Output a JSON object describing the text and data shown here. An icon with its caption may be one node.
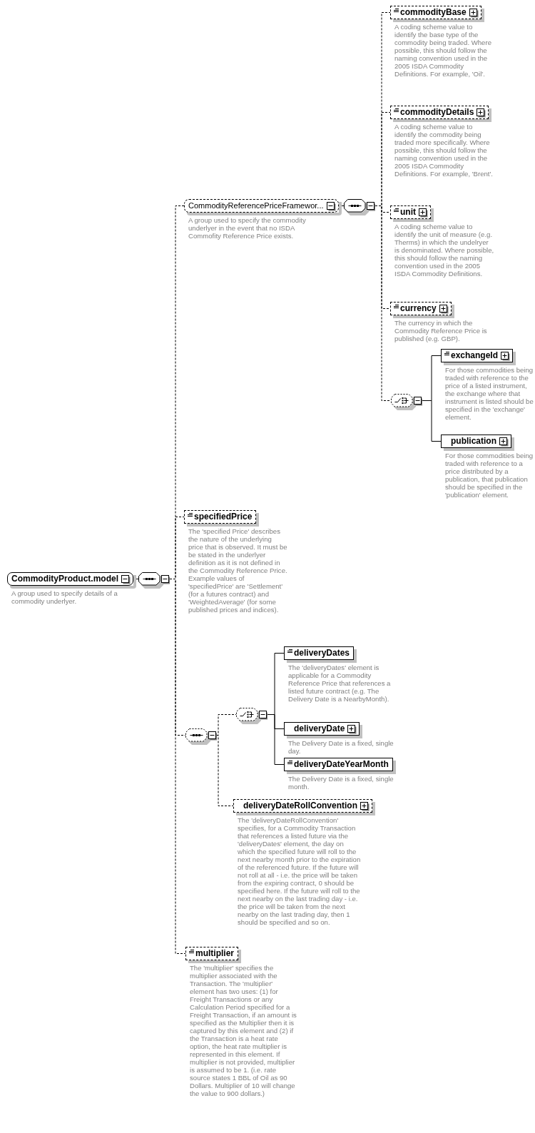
{
  "diagram": {
    "nodes": [
      {
        "text": [
          "CommodityProduct.model"
        ],
        "beside": [
          "A group used to specify details of a commodity underlyer."
        ]
      },
      {
        "text": [],
        "shape": "octagon"
      },
      {
        "text": [
          "CommodityReferencePriceFramewor..."
        ],
        "beside": [
          "A group used to specify the commodity underlyer in the event that no ISDA Commofity Reference Price exists."
        ]
      },
      {
        "text": [],
        "shape": "octagon"
      },
      {
        "text": [
          "commodityBase"
        ],
        "beside": [
          "A coding scheme value to identify the base type of the commodity being traded. Where possible, this should follow the naming convention used in the 2005 ISDA Commodity Definitions. For example, 'Oil'."
        ]
      },
      {
        "text": [
          "commodityDetails"
        ],
        "beside": [
          "A coding scheme value to identify the commodity being traded more specifically. Where possible, this should follow the naming convention used in the 2005 ISDA Commodity Definitions. For example, 'Brent'."
        ]
      },
      {
        "text": [
          "unit"
        ],
        "beside": [
          "A coding scheme value to identify the unit of measure (e.g. Therms) in which the undelryer is denominated. Where possible, this should follow the naming convention used in the 2005 ISDA Commodity Definitions."
        ]
      },
      {
        "text": [
          "currency"
        ],
        "beside": [
          "The currency in which the Commodity Reference Price is published (e.g. GBP)."
        ]
      },
      {
        "text": [],
        "shape": "octagon"
      },
      {
        "text": [
          "exchangeId"
        ],
        "beside": [
          "For those commodities being traded with reference to the price of a listed instrument, the exchange where that instrument is listed should be specified in the 'exchange' element."
        ]
      },
      {
        "text": [
          "publication"
        ],
        "beside": [
          "For those commodities being traded with reference to a price distributed by a publication, that publication should be specified in the 'publication' element."
        ]
      },
      {
        "text": [
          "specifiedPrice"
        ],
        "beside": [
          "The 'specified Price' describes the nature of the underlying price that is observed. It must be be stated in the underlyer definition as it is not defined in the Commodity Reference Price. Example values of 'specifiedPrice' are 'Settlement' (for a futures contract) and 'WeightedAverage' (for some published prices and indices)."
        ]
      },
      {
        "text": [],
        "shape": "octagon"
      },
      {
        "text": [],
        "shape": "octagon"
      },
      {
        "text": [
          "deliveryDates"
        ],
        "beside": [
          "The 'deliveryDates' element is applicable for a Commodity Reference Price that references a listed future contract (e.g. The Delivery Date is a NearbyMonth)."
        ]
      },
      {
        "text": [
          "deliveryDate"
        ],
        "beside": [
          "The Delivery Date is a fixed, single day."
        ]
      },
      {
        "text": [
          "deliveryDateYearMonth"
        ],
        "beside": [
          "The Delivery Date is a fixed, single month."
        ]
      },
      {
        "text": [
          "deliveryDateRollConvention"
        ],
        "beside": [
          "The 'deliveryDateRollConvention' specifies, for a Commodity Transaction that references a listed future via the 'deliveryDates' element, the day on which the specified future will roll to the next nearby month prior to the expiration of the referenced future. If the future will not roll at all - i.e. the price will be taken from the expiring contract, 0 should be specified here. If the future will roll to the next nearby on the last trading day - i.e. the price will be taken from the next nearby on the last trading day, then 1 should be specified and so on."
        ]
      },
      {
        "text": [
          "multiplier"
        ],
        "beside": [
          "The 'multiplier' specifies the multiplier associated with the Transaction. The 'multiplier' element has two uses: (1) for Freight Transactions or any Calculation Period specified for a Freight Transaction, if an amount is specified as the Multiplier then it is captured by this element and (2) if the Transaction is a heat rate option, the heat rate multiplier is represented in this element. If multiplier is not provided, multiplier is assumed to be 1. (i.e. rate source states 1 BBL of Oil as 90 Dollars. Multiplier of 10 will change the value to 900 dollars.)"
        ]
      }
    ],
    "edges": [
      {
        "from": 0,
        "to": 1,
        "arrow": "none"
      },
      {
        "from": 1,
        "to": 2,
        "arrow": "none",
        "style": "dashed"
      },
      {
        "from": 1,
        "to": 11,
        "arrow": "none",
        "style": "dashed"
      },
      {
        "from": 1,
        "to": 12,
        "arrow": "none",
        "style": "dashed"
      },
      {
        "from": 1,
        "to": 18,
        "arrow": "none",
        "style": "dashed"
      },
      {
        "from": 2,
        "to": 3,
        "arrow": "none"
      },
      {
        "from": 3,
        "to": 4,
        "arrow": "none",
        "style": "dashed"
      },
      {
        "from": 3,
        "to": 5,
        "arrow": "none",
        "style": "dashed"
      },
      {
        "from": 3,
        "to": 6,
        "arrow": "none",
        "style": "dashed"
      },
      {
        "from": 3,
        "to": 7,
        "arrow": "none",
        "style": "dashed"
      },
      {
        "from": 3,
        "to": 8,
        "arrow": "none",
        "style": "dashed"
      },
      {
        "from": 8,
        "to": 9,
        "arrow": "none"
      },
      {
        "from": 8,
        "to": 10,
        "arrow": "none"
      },
      {
        "from": 12,
        "to": 13,
        "arrow": "none",
        "style": "dashed"
      },
      {
        "from": 12,
        "to": 17,
        "arrow": "none",
        "style": "dashed"
      },
      {
        "from": 13,
        "to": 14,
        "arrow": "none"
      },
      {
        "from": 13,
        "to": 15,
        "arrow": "none"
      },
      {
        "from": 13,
        "to": 16,
        "arrow": "none"
      }
    ]
  }
}
